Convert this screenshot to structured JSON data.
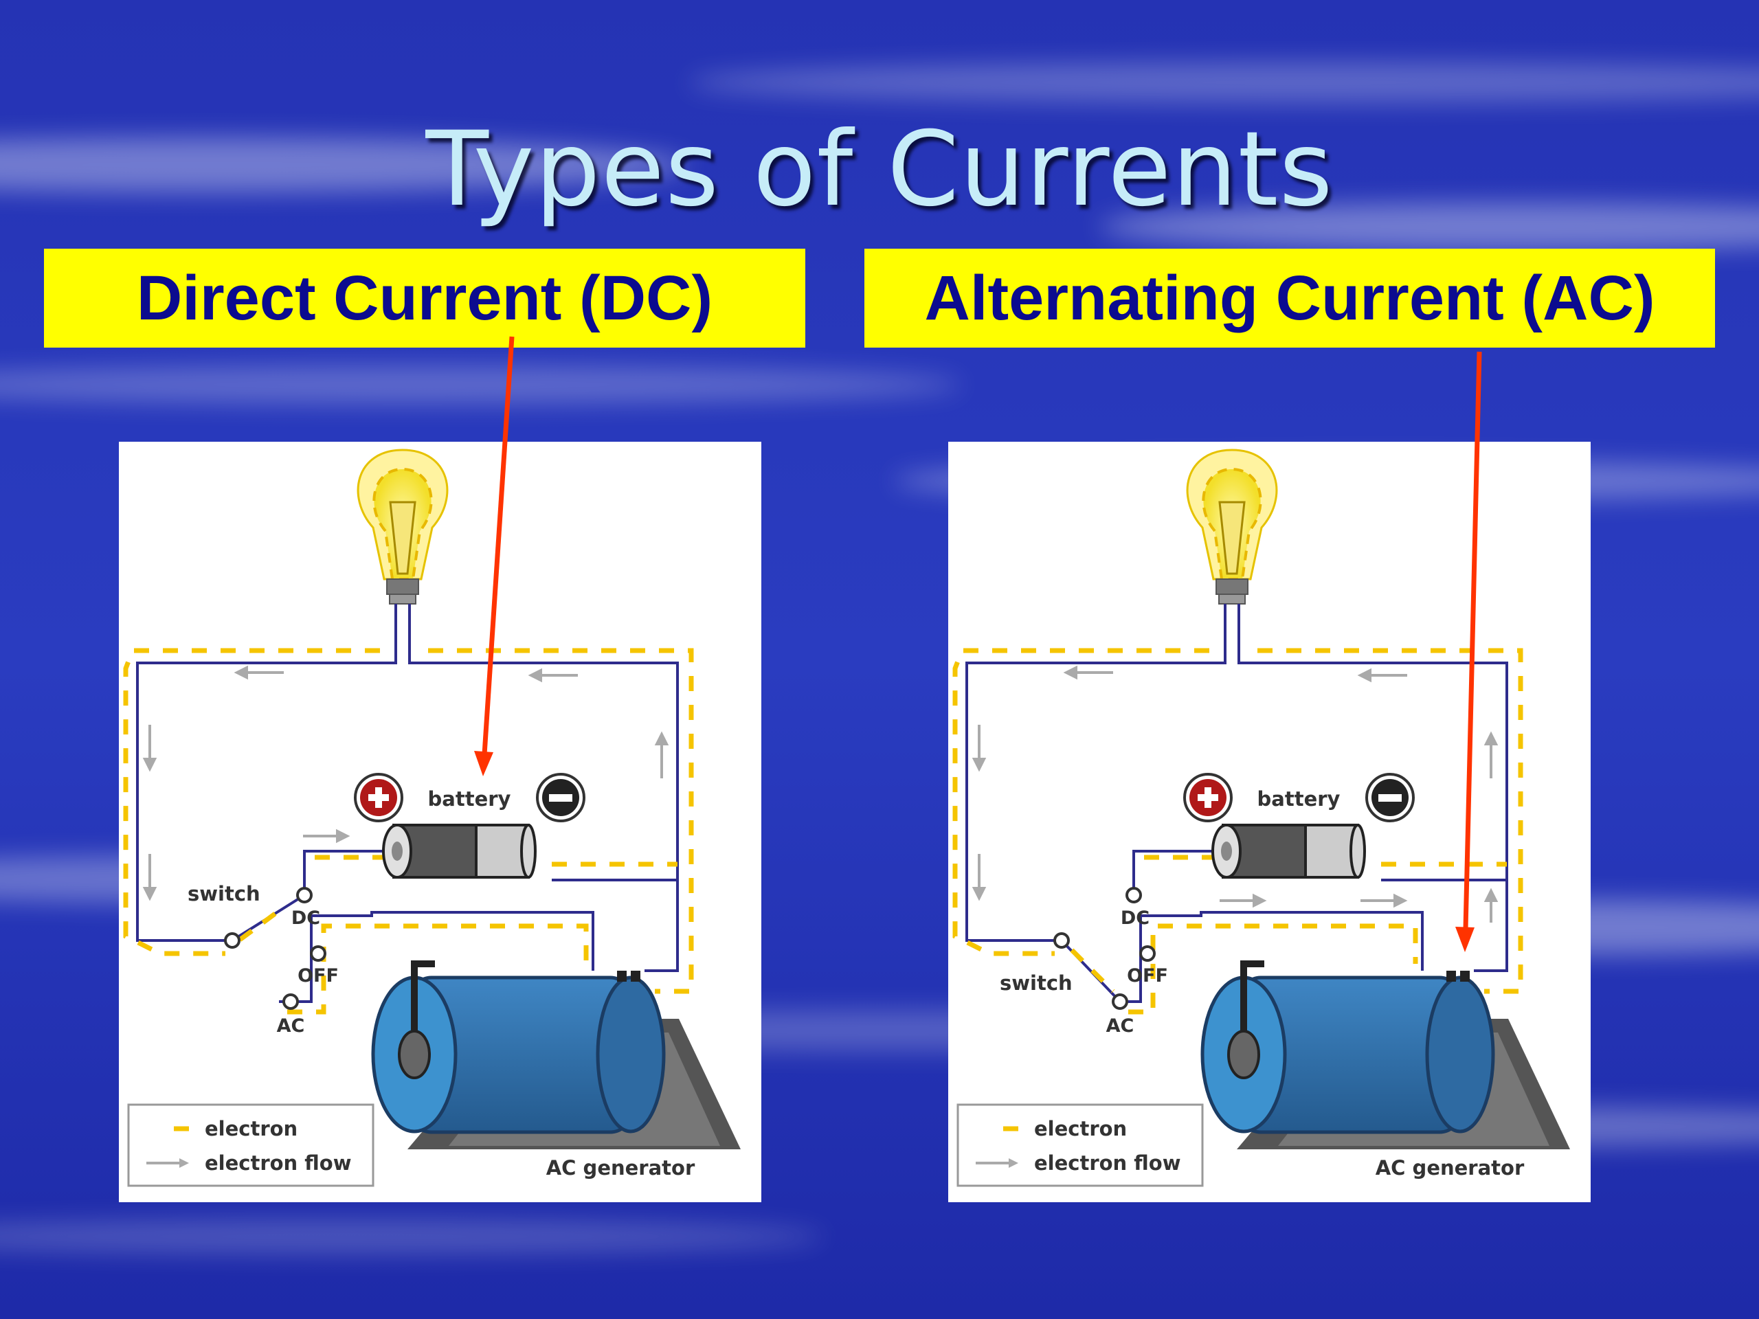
{
  "slide": {
    "title": "Types of Currents"
  },
  "headings": {
    "dc": "Direct Current (DC)",
    "ac": "Alternating Current (AC)"
  },
  "diagram": {
    "battery": "battery",
    "switch": "switch",
    "dc": "DC",
    "off": "OFF",
    "ac": "AC",
    "generator": "AC generator",
    "legend_electron": "electron",
    "legend_flow": "electron flow"
  },
  "colors": {
    "heading_bg": "#ffff00",
    "heading_text": "#0b0b8f",
    "pointer": "#ff3300",
    "wire": "#2e2c8c",
    "electron": "#f5c400",
    "generator": "#2f6fa8"
  }
}
